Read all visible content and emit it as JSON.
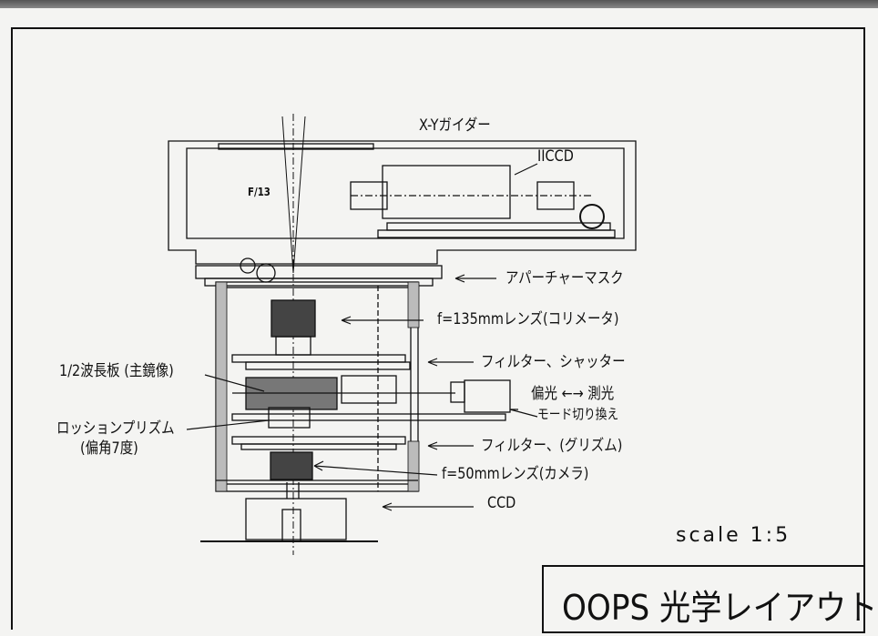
{
  "drawing": {
    "title": "OOPS 光学レイアウト",
    "scale": "scale 1:5",
    "labels": {
      "guider": "X-Yガイダー",
      "iiccd": "IICCD",
      "f_ratio": "F/13",
      "aperture_mask": "アパーチャーマスク",
      "collimator": "f=135mmレンズ(コリメータ)",
      "filter_shutter": "フィルター、シャッター",
      "half_wave_plate": "1/2波長板 (主鏡像)",
      "mode_switch_top": "偏光 ←→ 測光",
      "mode_switch": "モード切り換え",
      "rochon_prism": "ロッションプリズム",
      "deflection": "(偏角7度)",
      "filter_grism": "フィルター、(グリズム)",
      "camera_lens": "f=50mmレンズ(カメラ)",
      "ccd": "CCD"
    }
  }
}
